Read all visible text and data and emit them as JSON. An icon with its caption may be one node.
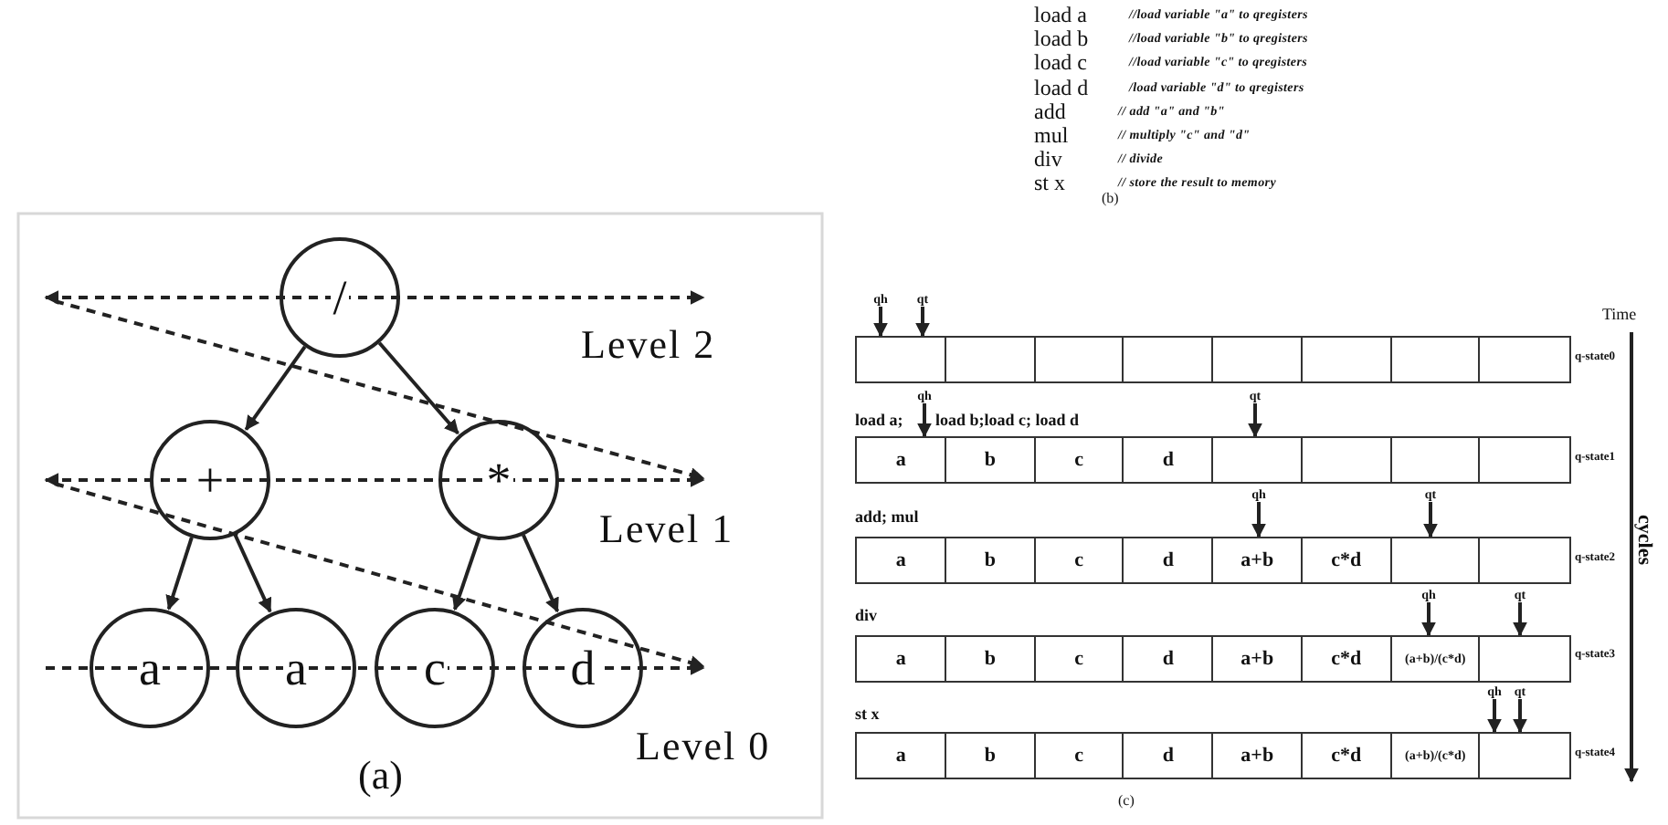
{
  "diagram": {
    "nodes": [
      {
        "text": [
          "/"
        ]
      },
      {
        "text": [
          "+"
        ]
      },
      {
        "text": [
          "*"
        ]
      },
      {
        "text": [
          "a"
        ]
      },
      {
        "text": [
          "a"
        ]
      },
      {
        "text": [
          "c"
        ]
      },
      {
        "text": [
          "d"
        ]
      },
      {
        "text": [
          "qh"
        ]
      },
      {
        "text": [
          "qt"
        ]
      },
      {
        "text": [],
        "shape": "box"
      },
      {
        "text": [],
        "shape": "box"
      },
      {
        "text": [],
        "shape": "box"
      },
      {
        "text": [],
        "shape": "box"
      },
      {
        "text": [],
        "shape": "box"
      },
      {
        "text": [],
        "shape": "box"
      },
      {
        "text": [],
        "shape": "box"
      },
      {
        "text": [],
        "shape": "box"
      },
      {
        "text": [
          "qh"
        ]
      },
      {
        "text": [
          "qt"
        ]
      },
      {
        "text": [
          "a"
        ]
      },
      {
        "text": [
          "b"
        ]
      },
      {
        "text": [
          "c"
        ]
      },
      {
        "text": [
          "d"
        ]
      },
      {
        "text": [],
        "shape": "box"
      },
      {
        "text": [],
        "shape": "box"
      },
      {
        "text": [],
        "shape": "box"
      },
      {
        "text": [],
        "shape": "box"
      },
      {
        "text": [
          "qh"
        ]
      },
      {
        "text": [
          "qt"
        ]
      },
      {
        "text": [
          "a"
        ]
      },
      {
        "text": [
          "b"
        ]
      },
      {
        "text": [
          "c"
        ]
      },
      {
        "text": [
          "d"
        ]
      },
      {
        "text": [
          "a+b"
        ]
      },
      {
        "text": [
          "c*d"
        ]
      },
      {
        "text": [],
        "shape": "box"
      },
      {
        "text": [],
        "shape": "box"
      },
      {
        "text": [
          "qh"
        ]
      },
      {
        "text": [
          "qt"
        ]
      },
      {
        "text": [
          "a"
        ]
      },
      {
        "text": [
          "b"
        ]
      },
      {
        "text": [
          "c"
        ]
      },
      {
        "text": [
          "d"
        ]
      },
      {
        "text": [
          "a+b"
        ]
      },
      {
        "text": [
          "c*d"
        ]
      },
      {
        "text": [
          "(a+b)/(c*d)"
        ]
      },
      {
        "text": [],
        "shape": "box"
      },
      {
        "text": [
          "qh"
        ]
      },
      {
        "text": [
          "qt"
        ]
      },
      {
        "text": [
          "a"
        ]
      },
      {
        "text": [
          "b"
        ]
      },
      {
        "text": [
          "c"
        ]
      },
      {
        "text": [
          "d"
        ]
      },
      {
        "text": [
          "a+b"
        ]
      },
      {
        "text": [
          "c*d"
        ]
      },
      {
        "text": [
          "(a+b)/(c*d)"
        ]
      },
      {
        "text": [],
        "shape": "box"
      }
    ],
    "edges": [
      {
        "from": 0,
        "to": 1,
        "arrow": "to"
      },
      {
        "from": 0,
        "to": 2,
        "arrow": "to"
      },
      {
        "from": 1,
        "to": 3,
        "arrow": "to"
      },
      {
        "from": 1,
        "to": 4,
        "arrow": "to"
      },
      {
        "from": 2,
        "to": 5,
        "arrow": "to"
      },
      {
        "from": 2,
        "to": 6,
        "arrow": "to"
      },
      {
        "from": 7,
        "to": 9,
        "arrow": "to"
      },
      {
        "from": 8,
        "to": 9,
        "arrow": "to"
      },
      {
        "from": 17,
        "to": 19,
        "arrow": "to"
      },
      {
        "from": 18,
        "to": 23,
        "arrow": "to"
      },
      {
        "from": 27,
        "to": 33,
        "arrow": "to"
      },
      {
        "from": 28,
        "to": 35,
        "arrow": "to"
      },
      {
        "from": 37,
        "to": 45,
        "arrow": "to"
      },
      {
        "from": 38,
        "to": 46,
        "arrow": "to"
      },
      {
        "from": 47,
        "to": 56,
        "arrow": "to"
      },
      {
        "from": 48,
        "to": 56,
        "arrow": "to"
      }
    ],
    "labels": [
      "Level 2",
      "Level 1",
      "Level 0",
      "(a)",
      "load a",
      "//load variable \"a\" to qregisters",
      "load b",
      "//load variable \"b\" to qregisters",
      "load c",
      "//load variable \"c\" to qregisters",
      "load d",
      "/load variable \"d\" to qregisters",
      "add",
      "// add \"a\" and \"b\"",
      "mul",
      "// multiply \"c\" and \"d\"",
      "div",
      "// divide",
      "st x",
      "// store the result to memory",
      "(b)",
      "Time",
      "cycles",
      "q-state0",
      "load a;",
      "load b;load c; load d",
      "q-state1",
      "add; mul",
      "q-state2",
      "div",
      "q-state3",
      "st x",
      "q-state4",
      "(c)"
    ]
  }
}
